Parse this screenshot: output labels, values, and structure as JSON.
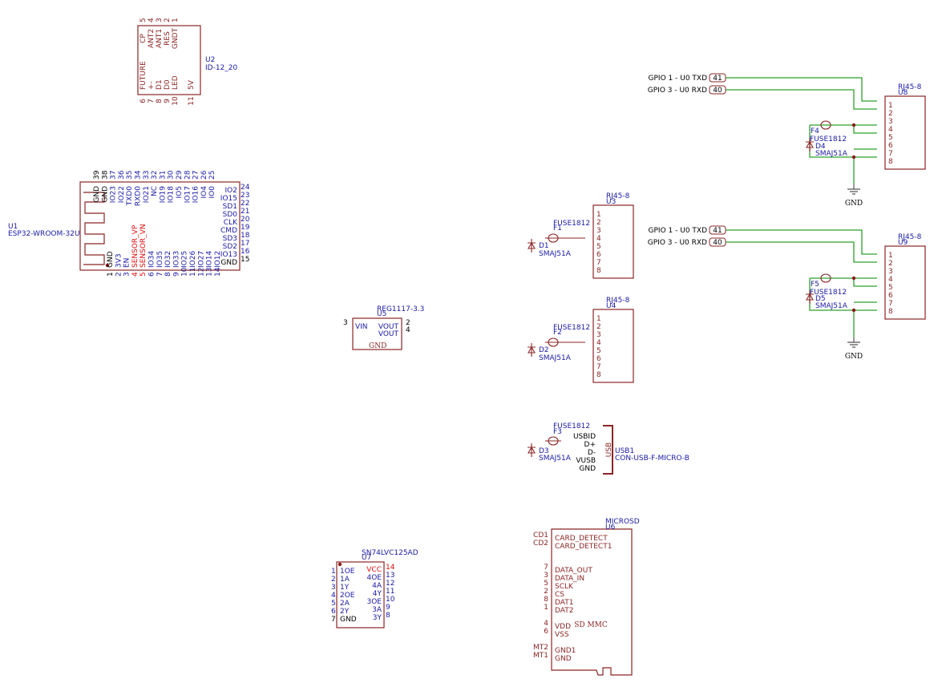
{
  "u2": {
    "ref": "U2",
    "value": "ID-12_20",
    "top_pins": [
      [
        "5",
        "CP"
      ],
      [
        "4",
        "ANT2"
      ],
      [
        "3",
        "ANT1"
      ],
      [
        "2",
        "RES"
      ],
      [
        "1",
        "GNDT"
      ]
    ],
    "bot_pins": [
      [
        "6",
        "FUTURE"
      ],
      [
        "7",
        "+-"
      ],
      [
        "8",
        "D1"
      ],
      [
        "9",
        "D0"
      ],
      [
        "10",
        "LED"
      ],
      [
        "11",
        "5V"
      ]
    ]
  },
  "u1": {
    "ref": "U1",
    "value": "ESP32-WROOM-32U",
    "top_pins": [
      [
        "39",
        "GND"
      ],
      [
        "38",
        "GND"
      ],
      [
        "37",
        "IO23"
      ],
      [
        "36",
        "IO22"
      ],
      [
        "35",
        "TXD0"
      ],
      [
        "34",
        "RXD0"
      ],
      [
        "33",
        "IO21"
      ],
      [
        "32",
        "NC"
      ],
      [
        "31",
        "IO19"
      ],
      [
        "30",
        "IO18"
      ],
      [
        "29",
        "IO5"
      ],
      [
        "28",
        "IO17"
      ],
      [
        "27",
        "IO16"
      ],
      [
        "26",
        "IO4"
      ],
      [
        "25",
        "IO0"
      ]
    ],
    "right_pins": [
      [
        "24",
        "IO2"
      ],
      [
        "23",
        "IO15"
      ],
      [
        "22",
        "SD1"
      ],
      [
        "21",
        "SD0"
      ],
      [
        "20",
        "CLK"
      ],
      [
        "19",
        "CMD"
      ],
      [
        "18",
        "SD3"
      ],
      [
        "17",
        "SD2"
      ],
      [
        "16",
        "IO13"
      ],
      [
        "15",
        "GND"
      ]
    ],
    "bot_pins": [
      [
        "1",
        "GND"
      ],
      [
        "2",
        "3V3"
      ],
      [
        "3",
        "EN"
      ],
      [
        "4",
        "SENSOR_VP"
      ],
      [
        "5",
        "SENSOR_VN"
      ],
      [
        "6",
        "IO34"
      ],
      [
        "7",
        "IO35"
      ],
      [
        "8",
        "IO32"
      ],
      [
        "9",
        "IO33"
      ],
      [
        "10",
        "IO25"
      ],
      [
        "11",
        "IO26"
      ],
      [
        "12",
        "IO27"
      ],
      [
        "13",
        "IO14"
      ],
      [
        "14",
        "IO12"
      ]
    ]
  },
  "u5": {
    "ref": "U5",
    "value": "REG1117-3.3",
    "vin": "VIN",
    "vin_pin": "3",
    "vout1": "VOUT",
    "vout1_pin": "2",
    "vout2": "VOUT",
    "vout2_pin": "4",
    "gnd": "GND"
  },
  "u7": {
    "ref": "U7",
    "value": "SN74LVC125AD",
    "left_pins": [
      [
        "1",
        "1OE"
      ],
      [
        "2",
        "1A"
      ],
      [
        "3",
        "1Y"
      ],
      [
        "4",
        "2OE"
      ],
      [
        "5",
        "2A"
      ],
      [
        "6",
        "2Y"
      ],
      [
        "7",
        "GND"
      ]
    ],
    "right_pins": [
      [
        "14",
        "VCC"
      ],
      [
        "13",
        "4OE"
      ],
      [
        "12",
        "4A"
      ],
      [
        "11",
        "4Y"
      ],
      [
        "10",
        "3OE"
      ],
      [
        "9",
        "3A"
      ],
      [
        "8",
        "3Y"
      ]
    ]
  },
  "rj45_pins": [
    "1",
    "2",
    "3",
    "4",
    "5",
    "6",
    "7",
    "8"
  ],
  "u8": {
    "ref": "U8",
    "value": "RJ45-8",
    "label_tx": "GPIO 1 - U0 TXD",
    "pin_tx": "41",
    "label_rx": "GPIO 3 - U0 RXD",
    "pin_rx": "40",
    "fuse_ref": "F4",
    "fuse_val": "FUSE1812",
    "diode_ref": "D4",
    "diode_val": "SMAJ51A",
    "gnd": "GND"
  },
  "u9": {
    "ref": "U9",
    "value": "RJ45-8",
    "label_tx": "GPIO 1 - U0 TXD",
    "pin_tx": "41",
    "label_rx": "GPIO 3 - U0 RXD",
    "pin_rx": "40",
    "fuse_ref": "F5",
    "fuse_val": "FUSE1812",
    "diode_ref": "D5",
    "diode_val": "SMAJ51A",
    "gnd": "GND"
  },
  "u3": {
    "ref": "U3",
    "value": "RJ45-8",
    "fuse_ref": "F1",
    "fuse_val": "FUSE1812",
    "diode_ref": "D1",
    "diode_val": "SMAJ51A"
  },
  "u4": {
    "ref": "U4",
    "value": "RJ45-8",
    "fuse_ref": "F2",
    "fuse_val": "FUSE1812",
    "diode_ref": "D2",
    "diode_val": "SMAJ51A"
  },
  "usb1": {
    "ref": "USB1",
    "value": "CON-USB-F-MICRO-B",
    "body_label": "USB",
    "fuse_ref": "F3",
    "fuse_val": "FUSE1812",
    "diode_ref": "D3",
    "diode_val": "SMAJ51A",
    "pins": [
      "USBID",
      "D+",
      "D-",
      "VUSB",
      "GND"
    ]
  },
  "u6": {
    "ref": "U6",
    "value": "MICROSD",
    "center": "SD MMC",
    "pins": [
      [
        "CD1",
        "CARD_DETECT"
      ],
      [
        "CD2",
        "CARD_DETECT1"
      ],
      [
        "7",
        "DATA_OUT"
      ],
      [
        "3",
        "DATA_IN"
      ],
      [
        "5",
        "SCLK"
      ],
      [
        "2",
        "CS"
      ],
      [
        "8",
        "DAT1"
      ],
      [
        "1",
        "DAT2"
      ],
      [
        "4",
        "VDD"
      ],
      [
        "6",
        "VSS"
      ],
      [
        "MT2",
        "GND1"
      ],
      [
        "MT1",
        "GND"
      ]
    ]
  }
}
